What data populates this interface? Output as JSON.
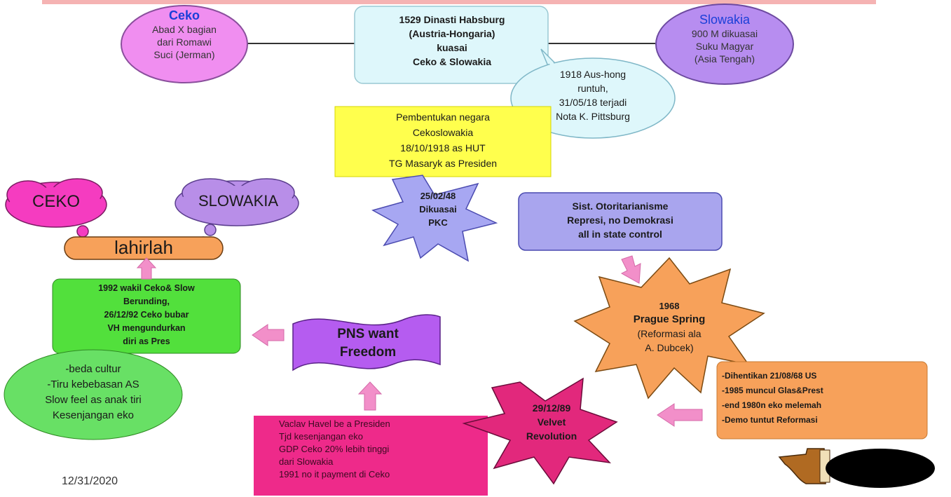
{
  "ceko_oval": {
    "title": "Ceko",
    "body": "Abad X bagian\ndari Romawi\nSuci (Jerman)"
  },
  "slowakia_oval": {
    "title": "Slowakia",
    "body": "900 M dikuasai\nSuku Magyar\n(Asia Tengah)"
  },
  "habsburg_box": "1529 Dinasti Habsburg\n(Austria-Hongaria)\nkuasai\nCeko & Slowakia",
  "bubble_1918": "1918 Aus-hong\nruntuh,\n31/05/18 terjadi\nNota K. Pittsburg",
  "yellow_box": "Pembentukan negara\nCekoslowakia\n18/10/1918 as HUT\nTG Masaryk as Presiden",
  "star_pkc": "25/02/48\nDikuasai\nPKC",
  "otoriter_box": "Sist. Otoritarianisme\nRepresi, no Demokrasi\nall in state control",
  "cloud_ceko": "CEKO",
  "cloud_slowakia": "SLOWAKIA",
  "lahirlah": "lahirlah",
  "box_1992": "1992 wakil Ceko& Slow\nBerunding,\n26/12/92 Ceko bubar\nVH mengundurkan\ndiri as Pres",
  "oval_reasons": "-beda cultur\n-Tiru kebebasan AS\nSlow feel as anak tiri\nKesenjangan eko",
  "banner": "PNS want\nFreedom",
  "star_prague": {
    "line1": "1968",
    "line2": "Prague Spring",
    "line3": "(Reformasi ala\nA. Dubcek)"
  },
  "orange_box": "-Dihentikan 21/08/68 US\n-1985 muncul Glas&Prest\n-end 1980n eko melemah\n-Demo tuntut Reformasi",
  "star_velvet": "29/12/89\nVelvet\nRevolution",
  "magenta_list": [
    "Vaclav Havel be a Presiden",
    "Tjd kesenjangan eko",
    "GDP Ceko 20% lebih tinggi\ndari Slowakia",
    "1991 no it payment di Ceko"
  ],
  "date_footer": "12/31/2020",
  "colors": {
    "pink_oval": "#f08ef0",
    "purple_oval": "#b78df0",
    "light_cyan": "#def7fb",
    "yellow": "#ffff4d",
    "star_blue": "#a7a7f2",
    "lavender": "#a9a5ee",
    "cloud_pink": "#f53cc0",
    "cloud_purple": "#b88ee8",
    "orange": "#f7a15a",
    "green": "#52e03c",
    "light_green": "#68e065",
    "banner_purple": "#b55cf0",
    "magenta": "#ee2a8a",
    "arrow_pink": "#f28fc9"
  },
  "icons": [
    "pointing-hand-icon"
  ]
}
